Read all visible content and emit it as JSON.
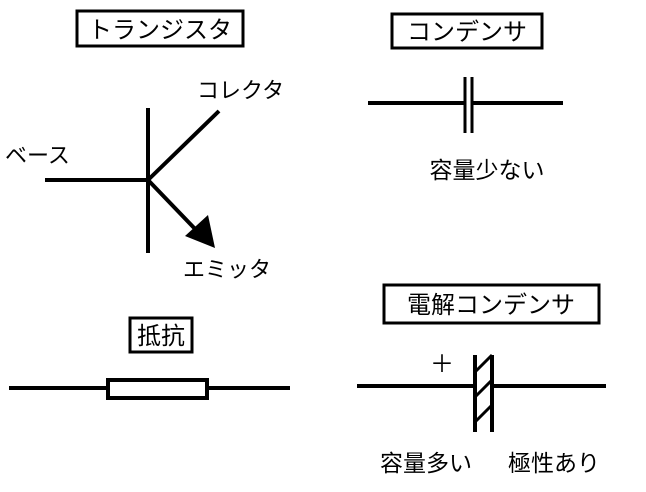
{
  "transistor": {
    "title": "トランジスタ",
    "base": "ベース",
    "collector": "コレクタ",
    "emitter": "エミッタ"
  },
  "capacitor": {
    "title": "コンデンサ",
    "caption": "容量少ない"
  },
  "resistor": {
    "title": "抵抗"
  },
  "electrolytic": {
    "title": "電解コンデンサ",
    "plus": "＋",
    "caption": "容量多い",
    "polarity": "極性あり"
  }
}
